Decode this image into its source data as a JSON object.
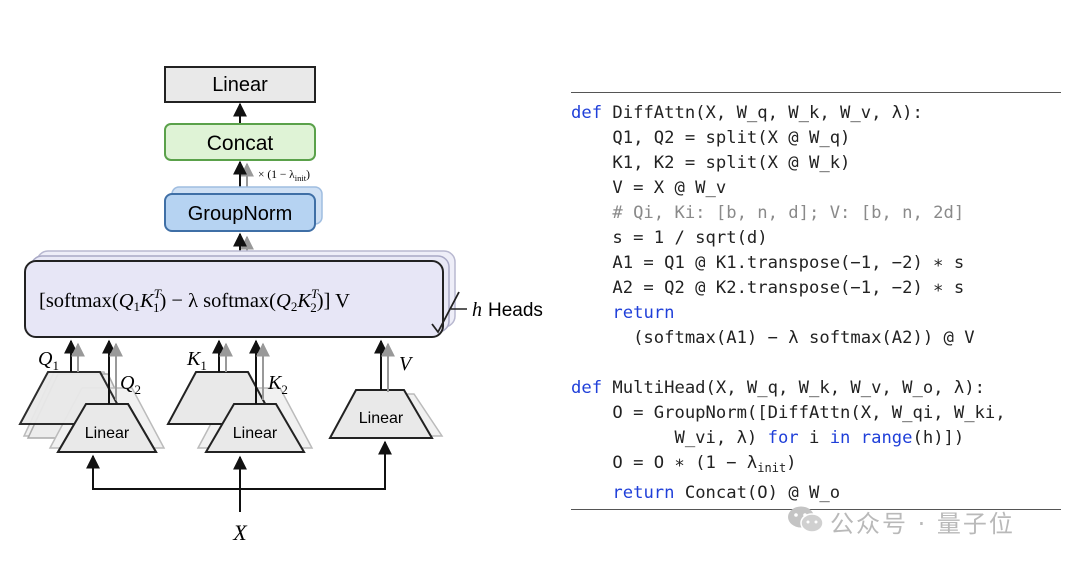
{
  "diagram": {
    "blocks": {
      "linear_top": "Linear",
      "concat": "Concat",
      "groupnorm": "GroupNorm",
      "linear_q": "Linear",
      "linear_k": "Linear",
      "linear_v": "Linear"
    },
    "scale_label": {
      "prefix": "× (1 − λ",
      "sub": "init",
      "suffix": ")"
    },
    "attn_formula": {
      "p1": "[softmax(",
      "q1": "Q",
      "q1_sub": "1",
      "k1": "K",
      "k1_sup": "T",
      "k1_sub": "1",
      "p2": ") − λ softmax(",
      "q2": "Q",
      "q2_sub": "2",
      "k2": "K",
      "k2_sup": "T",
      "k2_sub": "2",
      "p3": ")] V"
    },
    "heads": {
      "h": "h",
      "label": "Heads"
    },
    "inputs": {
      "q1": "Q",
      "q1_sub": "1",
      "q2": "Q",
      "q2_sub": "2",
      "k1": "K",
      "k1_sub": "1",
      "k2": "K",
      "k2_sub": "2",
      "v": "V",
      "x": "X"
    }
  },
  "code": {
    "lines": [
      {
        "text": "def DiffAttn(X, W_q, W_k, W_v, λ):",
        "kw_prefix": "def",
        "rest": " DiffAttn(X, W_q, W_k, W_v, λ):"
      },
      {
        "rest": "    Q1, Q2 = split(X @ W_q)"
      },
      {
        "rest": "    K1, K2 = split(X @ W_k)"
      },
      {
        "rest": "    V = X @ W_v"
      },
      {
        "comment": "    # Qi, Ki: [b, n, d]; V: [b, n, 2d]"
      },
      {
        "rest": "    s = 1 / sqrt(d)"
      },
      {
        "rest": "    A1 = Q1 @ K1.transpose(−1, −2) ∗ s"
      },
      {
        "rest": "    A2 = Q2 @ K2.transpose(−1, −2) ∗ s"
      },
      {
        "indent": "    ",
        "kw_prefix": "return"
      },
      {
        "rest": "      (softmax(A1) − λ softmax(A2)) @ V"
      },
      {
        "rest": ""
      },
      {
        "kw_prefix": "def",
        "rest": " MultiHead(X, W_q, W_k, W_v, W_o, λ):"
      },
      {
        "rest": "    O = GroupNorm([DiffAttn(X, W_qi, W_ki,"
      },
      {
        "rest1": "          W_vi, λ) ",
        "kw1": "for",
        "mid": " i ",
        "kw2": "in",
        "sp": " ",
        "kw3": "range",
        "rest2": "(h)])"
      },
      {
        "rest": "    O = O ∗ (1 − λ",
        "sub": "init",
        "tail": ")"
      },
      {
        "indent": "    ",
        "kw_prefix": "return",
        "rest": " Concat(O) @ W_o"
      }
    ]
  },
  "watermark": {
    "text": "公众号 · 量子位"
  },
  "colors": {
    "concat_fill": "#dff3d6",
    "concat_stroke": "#5aa14a",
    "groupnorm_fill": "#b6d3f2",
    "groupnorm_stroke": "#3f6fa6",
    "attn_fill": "#e7e6f6",
    "linear_fill": "#e9e9e9",
    "keyword": "#1f3fd9",
    "comment": "#8a8a8a"
  }
}
